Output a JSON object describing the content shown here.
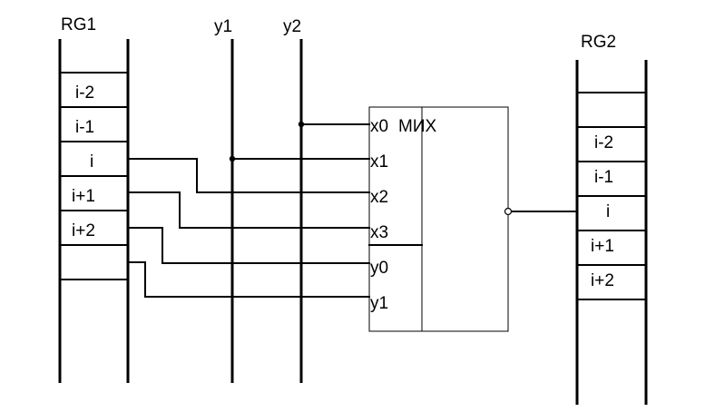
{
  "diagram": {
    "register_left": {
      "title": "RG1",
      "cells": [
        "i-2",
        "i-1",
        "i",
        "i+1",
        "i+2"
      ]
    },
    "register_right": {
      "title": "RG2",
      "cells": [
        "i-2",
        "i-1",
        "i",
        "i+1",
        "i+2"
      ]
    },
    "control_lines": [
      "y1",
      "y2"
    ],
    "mux": {
      "title": "МИХ",
      "inputs": [
        "x0",
        "x1",
        "x2",
        "x3"
      ],
      "selects": [
        "y0",
        "y1"
      ]
    }
  }
}
